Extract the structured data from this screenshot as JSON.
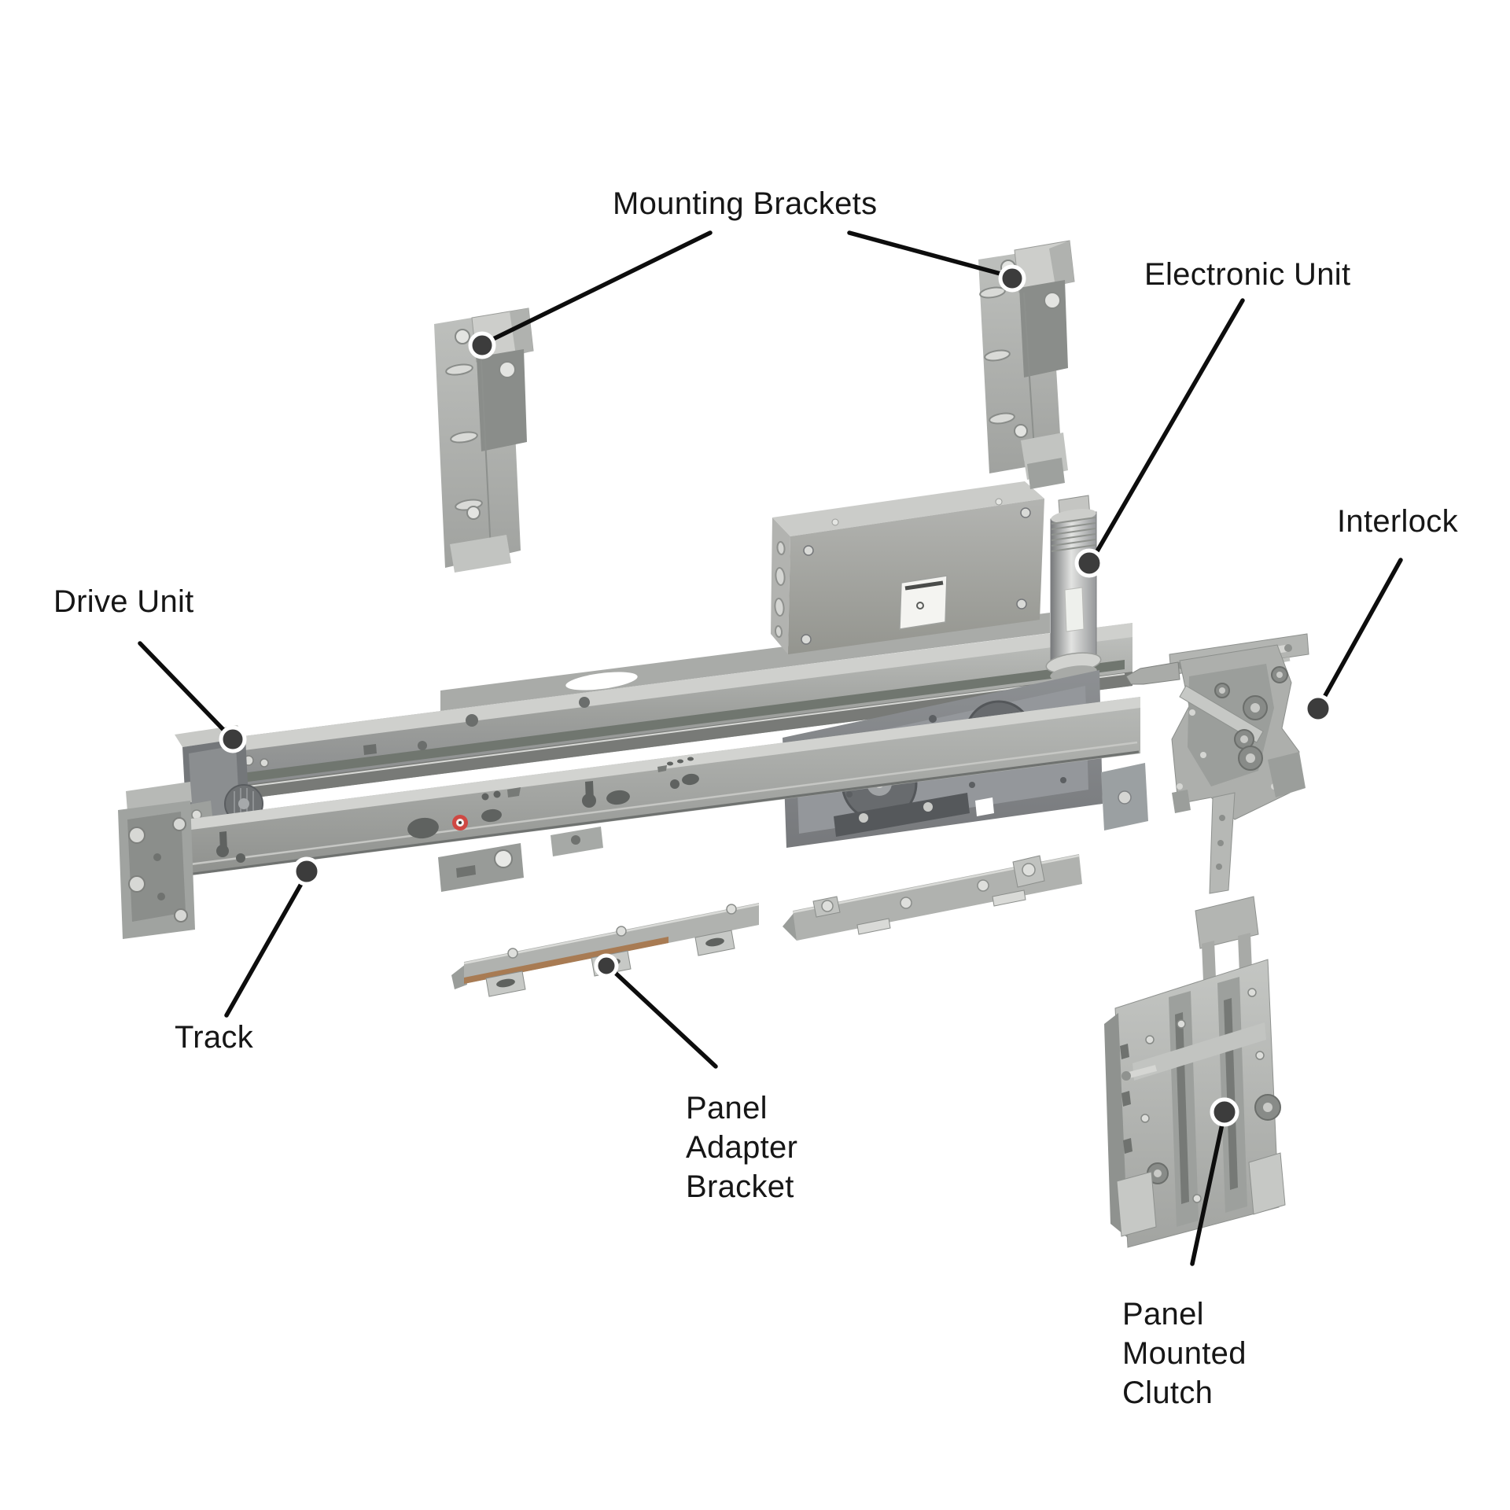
{
  "diagram": {
    "background_color": "#ffffff",
    "text_color": "#161616",
    "callout_line_color": "#0d0d0d",
    "callout_dot_color": "#3c3c3c",
    "callout_dot_ring_color": "#ffffff",
    "accent_colors": {
      "switch_red": "#c2423a",
      "grommet_red": "#cf4843",
      "panel_edge_tan": "#a87b53"
    },
    "labels": {
      "mounting_brackets": "Mounting Brackets",
      "electronic_unit": "Electronic Unit",
      "interlock": "Interlock",
      "drive_unit": "Drive Unit",
      "track": "Track",
      "panel_adapter_bracket": "Panel\nAdapter\nBracket",
      "panel_mounted_clutch": "Panel\nMounted\nClutch"
    }
  }
}
